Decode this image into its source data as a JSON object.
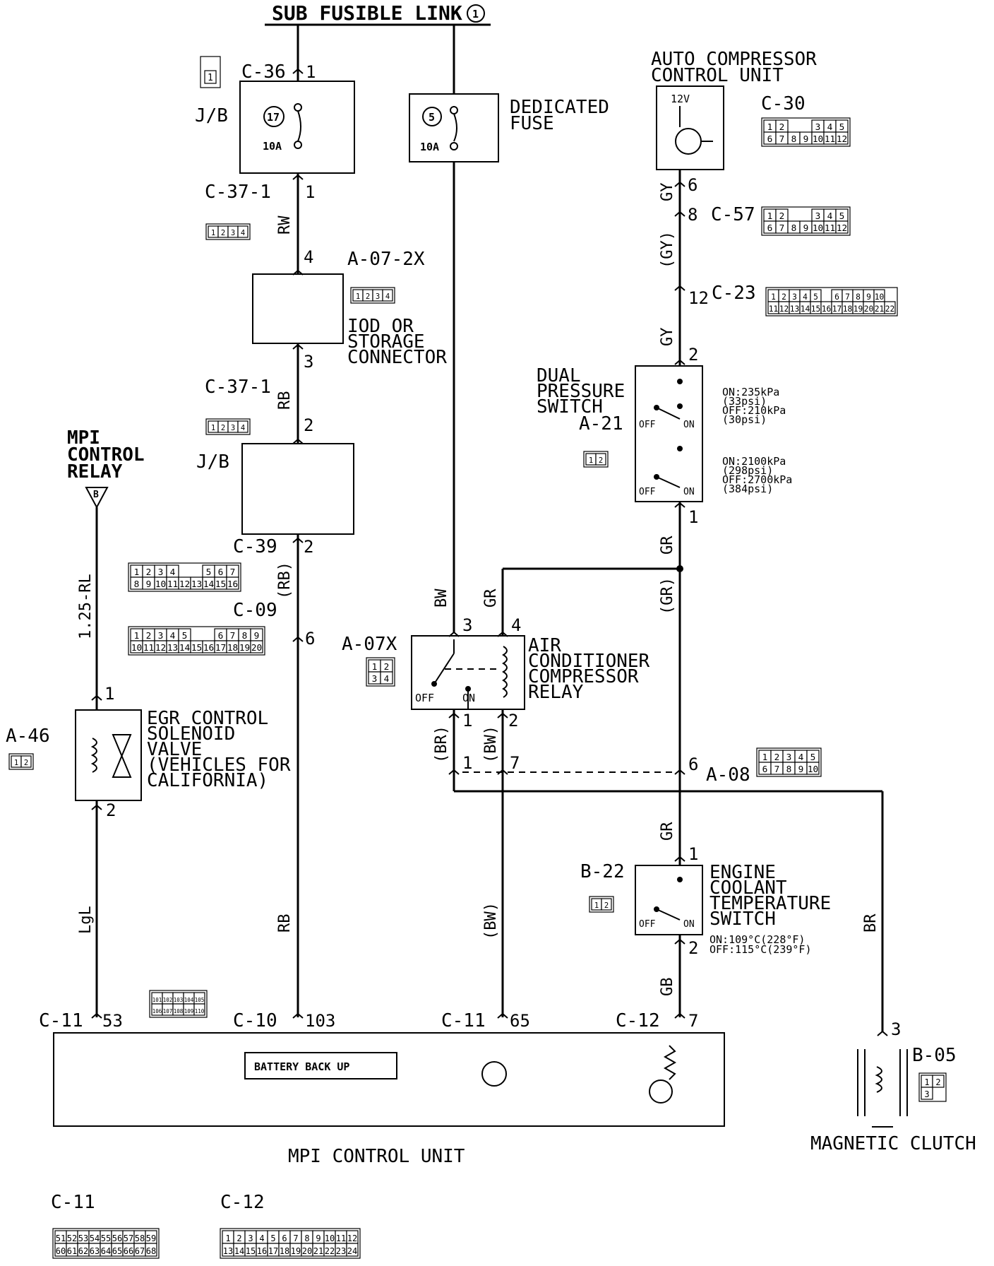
{
  "header": {
    "title": "SUB FUSIBLE LINK",
    "title_mark": "1"
  },
  "junction_block": {
    "label": "J/B",
    "fuse_number": "17",
    "fuse_rating": "10A"
  },
  "dedicated_fuse": {
    "label_line1": "DEDICATED",
    "label_line2": "FUSE",
    "fuse_number": "5",
    "fuse_rating": "10A"
  },
  "auto_compressor": {
    "label_line1": "AUTO COMPRESSOR",
    "label_line2": "CONTROL UNIT",
    "voltage": "12V"
  },
  "iod_connector": {
    "line1": "IOD OR",
    "line2": "STORAGE",
    "line3": "CONNECTOR"
  },
  "mpi_relay": {
    "line1": "MPI",
    "line2": "CONTROL",
    "line3": "RELAY",
    "symbol": "B"
  },
  "egr_valve": {
    "line1": "EGR CONTROL",
    "line2": "SOLENOID",
    "line3": "VALVE",
    "line4": "(VEHICLES FOR",
    "line5": "CALIFORNIA)"
  },
  "dual_pressure_switch": {
    "line1": "DUAL",
    "line2": "PRESSURE",
    "line3": "SWITCH",
    "spec_low": [
      "ON:235kPa",
      "(33psi)",
      "OFF:210kPa",
      "(30psi)"
    ],
    "spec_high": [
      "ON:2100kPa",
      "(298psi)",
      "OFF:2700kPa",
      "(384psi)"
    ]
  },
  "ac_relay": {
    "line1": "AIR",
    "line2": "CONDITIONER",
    "line3": "COMPRESSOR",
    "line4": "RELAY"
  },
  "coolant_switch": {
    "line1": "ENGINE",
    "line2": "COOLANT",
    "line3": "TEMPERATURE",
    "line4": "SWITCH",
    "spec": [
      "ON:109°C(228°F)",
      "OFF:115°C(239°F)"
    ]
  },
  "mpi_unit": {
    "label": "MPI CONTROL UNIT",
    "battery_label": "BATTERY BACK UP"
  },
  "magnetic_clutch": {
    "label": "MAGNETIC CLUTCH"
  },
  "switch_states": {
    "off": "OFF",
    "on": "ON"
  },
  "connectors": {
    "c36": "C-36",
    "c37_1": "C-37-1",
    "c37_1b": "C-37-1",
    "a07_2x": "A-07-2X",
    "jb2": "J/B",
    "c39": "C-39",
    "c09": "C-09",
    "c30": "C-30",
    "c57": "C-57",
    "c23": "C-23",
    "a21": "A-21",
    "a07x": "A-07X",
    "a46": "A-46",
    "a08": "A-08",
    "b22": "B-22",
    "b05": "B-05",
    "c11": "C-11",
    "c10": "C-10",
    "c12": "C-12",
    "c11b": "C-11",
    "c12b": "C-12"
  },
  "wire_colors": {
    "rw": "RW",
    "rb1": "RB",
    "rb2": "(RB)",
    "rb3": "RB",
    "rl": "1.25-RL",
    "lgl": "LgL",
    "bw1": "BW",
    "gr1": "GR",
    "br1": "(BR)",
    "bw2": "(BW)",
    "bw3": "(BW)",
    "br2": "BR",
    "gy1": "GY",
    "gy2": "(GY)",
    "gy3": "GY",
    "gr2": "GR",
    "gr3": "(GR)",
    "gr4": "GR",
    "gb": "GB"
  },
  "pins": {
    "c36_top": "1",
    "c37_top": "1",
    "a07_4": "4",
    "a07_3": "3",
    "c37b_2": "2",
    "c39_2": "2",
    "c09_6": "6",
    "c10_103": "103",
    "egr_1": "1",
    "egr_2": "2",
    "c11_53": "53",
    "relay_3": "3",
    "relay_4": "4",
    "relay_1": "1",
    "relay_2": "2",
    "a08_1": "1",
    "a08_7": "7",
    "a08_6": "6",
    "c11_65": "65",
    "c30_6": "6",
    "c57_8": "8",
    "c23_12": "12",
    "dps_2": "2",
    "dps_1": "1",
    "ect_1": "1",
    "ect_2": "2",
    "c12_7": "7",
    "clutch_3": "3"
  },
  "connector_faces": {
    "c37_1": [
      "1",
      "2",
      "3",
      "4"
    ],
    "a07_2x": [
      "1",
      "2",
      "3",
      "4"
    ],
    "c39": [
      [
        "1",
        "2",
        "3",
        "4",
        "",
        "",
        "5",
        "6",
        "7"
      ],
      [
        "8",
        "9",
        "10",
        "11",
        "12",
        "13",
        "14",
        "15",
        "16"
      ]
    ],
    "c09": [
      [
        "1",
        "2",
        "3",
        "4",
        "5",
        "",
        "",
        "6",
        "7",
        "8",
        "9"
      ],
      [
        "10",
        "11",
        "12",
        "13",
        "14",
        "15",
        "16",
        "17",
        "18",
        "19",
        "20"
      ]
    ],
    "c30": [
      [
        "1",
        "2",
        "",
        "",
        "3",
        "4",
        "5"
      ],
      [
        "6",
        "7",
        "8",
        "9",
        "10",
        "11",
        "12"
      ]
    ],
    "c57": [
      [
        "1",
        "2",
        "",
        "",
        "3",
        "4",
        "5"
      ],
      [
        "6",
        "7",
        "8",
        "9",
        "10",
        "11",
        "12"
      ]
    ],
    "c23": [
      [
        "1",
        "2",
        "3",
        "4",
        "5",
        "",
        "6",
        "7",
        "8",
        "9",
        "10"
      ],
      [
        "11",
        "12",
        "13",
        "14",
        "15",
        "16",
        "17",
        "18",
        "19",
        "20",
        "21",
        "22"
      ]
    ],
    "a08": [
      [
        "1",
        "2",
        "3",
        "4",
        "5"
      ],
      [
        "6",
        "7",
        "8",
        "9",
        "10"
      ]
    ],
    "a07x": [
      [
        "1",
        "2"
      ],
      [
        "3",
        "4"
      ]
    ],
    "a46": [
      "1",
      "2"
    ],
    "a21": [
      "1",
      "2"
    ],
    "b22": [
      "1",
      "2"
    ],
    "b05": [
      [
        "1",
        "2"
      ],
      [
        "3"
      ]
    ],
    "c36": [
      "1"
    ],
    "c10": [
      [
        "101",
        "102",
        "103",
        "104",
        "105"
      ],
      [
        "106",
        "107",
        "108",
        "109",
        "110"
      ]
    ],
    "c11_bottom": [
      [
        "51",
        "52",
        "53",
        "54",
        "55",
        "56",
        "57",
        "58",
        "59"
      ],
      [
        "60",
        "61",
        "62",
        "63",
        "64",
        "65",
        "66",
        "67",
        "68"
      ]
    ],
    "c12_bottom": [
      [
        "1",
        "2",
        "3",
        "4",
        "5",
        "6",
        "7",
        "8",
        "9",
        "10",
        "11",
        "12"
      ],
      [
        "13",
        "14",
        "15",
        "16",
        "17",
        "18",
        "19",
        "20",
        "21",
        "22",
        "23",
        "24"
      ]
    ]
  }
}
